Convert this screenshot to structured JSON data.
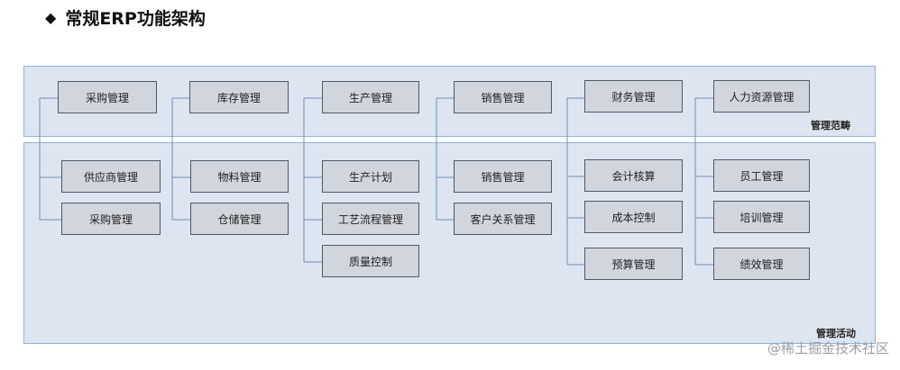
{
  "title": "常规ERP功能架构",
  "title_marker": "◆",
  "panels": {
    "top_label": "管理范畴",
    "bottom_label": "管理活动"
  },
  "columns": [
    {
      "header": "采购管理",
      "items": [
        "供应商管理",
        "采购管理"
      ]
    },
    {
      "header": "库存管理",
      "items": [
        "物料管理",
        "仓储管理"
      ]
    },
    {
      "header": "生产管理",
      "items": [
        "生产计划",
        "工艺流程管理",
        "质量控制"
      ]
    },
    {
      "header": "销售管理",
      "items": [
        "销售管理",
        "客户关系管理"
      ]
    },
    {
      "header": "财务管理",
      "items": [
        "会计核算",
        "成本控制",
        "预算管理"
      ]
    },
    {
      "header": "人力资源管理",
      "items": [
        "员工管理",
        "培训管理",
        "绩效管理"
      ]
    }
  ],
  "watermark": "@稀土掘金技术社区"
}
